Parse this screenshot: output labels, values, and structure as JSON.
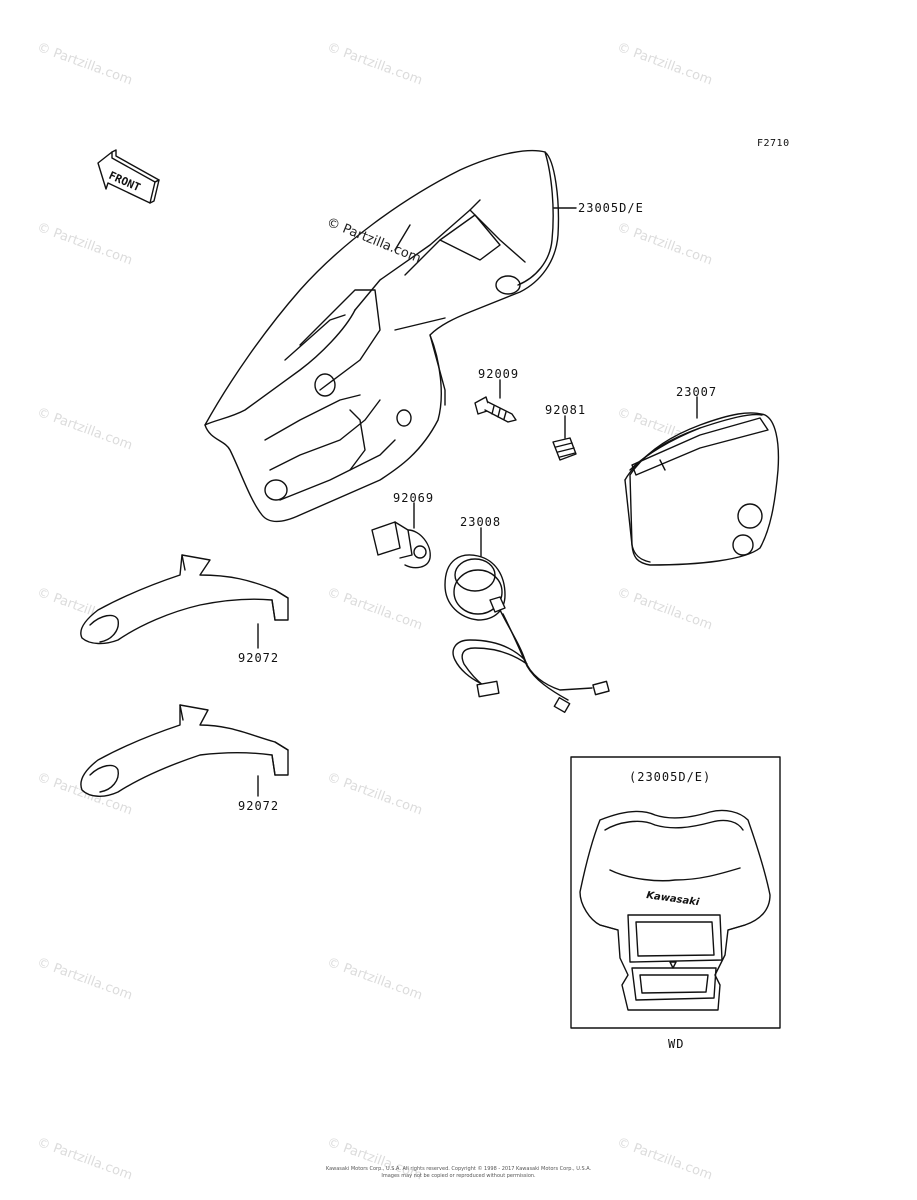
{
  "figure_code": "F2710",
  "front_marker": "FRONT",
  "site_watermark": "© Partzilla.com",
  "main_watermark": "© Partzilla.com",
  "parts": [
    {
      "number": "23005D/E"
    },
    {
      "number": "92009"
    },
    {
      "number": "92081"
    },
    {
      "number": "23007"
    },
    {
      "number": "92069"
    },
    {
      "number": "23008"
    },
    {
      "number": "92072"
    },
    {
      "number": "92072"
    }
  ],
  "inset": {
    "title": "(23005D/E)",
    "brand": "Kawasaki",
    "caption": "WD"
  },
  "copyright_line_1": "Kawasaki Motors Corp., U.S.A. All rights reserved. Copyright © 1998 - 2017 Kawasaki Motors Corp., U.S.A.",
  "copyright_line_2": "Images may not be copied or reproduced without permission."
}
